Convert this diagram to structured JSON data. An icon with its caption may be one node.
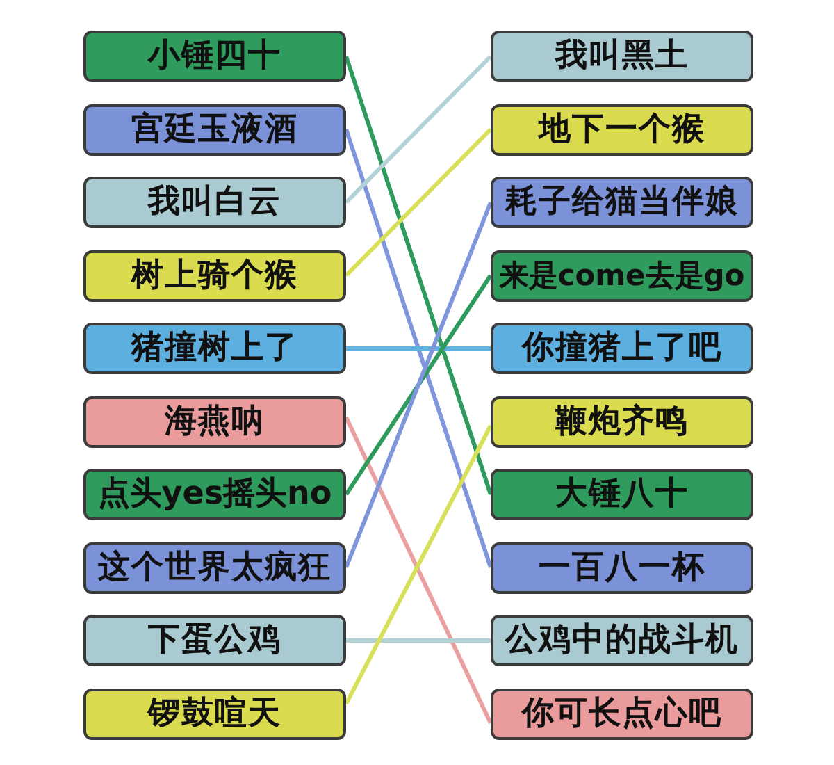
{
  "diagram": {
    "nodes": [
      {
        "text": [
          "小锤四十"
        ]
      },
      {
        "text": [
          "宫廷玉液酒"
        ]
      },
      {
        "text": [
          "我叫白云"
        ]
      },
      {
        "text": [
          "树上骑个猴"
        ]
      },
      {
        "text": [
          "猪撞树上了"
        ]
      },
      {
        "text": [
          "海燕呐"
        ]
      },
      {
        "text": [
          "点头yes摇头no"
        ]
      },
      {
        "text": [
          "这个世界太疯狂"
        ]
      },
      {
        "text": [
          "下蛋公鸡"
        ]
      },
      {
        "text": [
          "锣鼓喧天"
        ]
      },
      {
        "text": [
          "我叫黑土"
        ]
      },
      {
        "text": [
          "地下一个猴"
        ]
      },
      {
        "text": [
          "耗子给猫当伴娘"
        ]
      },
      {
        "text": [
          "来是come去是go"
        ]
      },
      {
        "text": [
          "你撞猪上了吧"
        ]
      },
      {
        "text": [
          "鞭炮齐鸣"
        ]
      },
      {
        "text": [
          "大锤八十"
        ]
      },
      {
        "text": [
          "一百八一杯"
        ]
      },
      {
        "text": [
          "公鸡中的战斗机"
        ]
      },
      {
        "text": [
          "你可长点心吧"
        ]
      }
    ],
    "edges": [
      {
        "from": 0,
        "to": 16,
        "arrow": "none",
        "color": "#2e9a5c"
      },
      {
        "from": 1,
        "to": 17,
        "arrow": "none",
        "color": "#7f95dc"
      },
      {
        "from": 2,
        "to": 10,
        "arrow": "none",
        "color": "#b3d2d6"
      },
      {
        "from": 3,
        "to": 11,
        "arrow": "none",
        "color": "#d8e05a"
      },
      {
        "from": 4,
        "to": 14,
        "arrow": "none",
        "color": "#5fb2e0"
      },
      {
        "from": 5,
        "to": 19,
        "arrow": "none",
        "color": "#eba0a0"
      },
      {
        "from": 6,
        "to": 13,
        "arrow": "none",
        "color": "#2e9a5c"
      },
      {
        "from": 7,
        "to": 12,
        "arrow": "none",
        "color": "#7f95dc"
      },
      {
        "from": 8,
        "to": 18,
        "arrow": "none",
        "color": "#b3d2d6"
      },
      {
        "from": 9,
        "to": 15,
        "arrow": "none",
        "color": "#d8e05a"
      }
    ]
  }
}
